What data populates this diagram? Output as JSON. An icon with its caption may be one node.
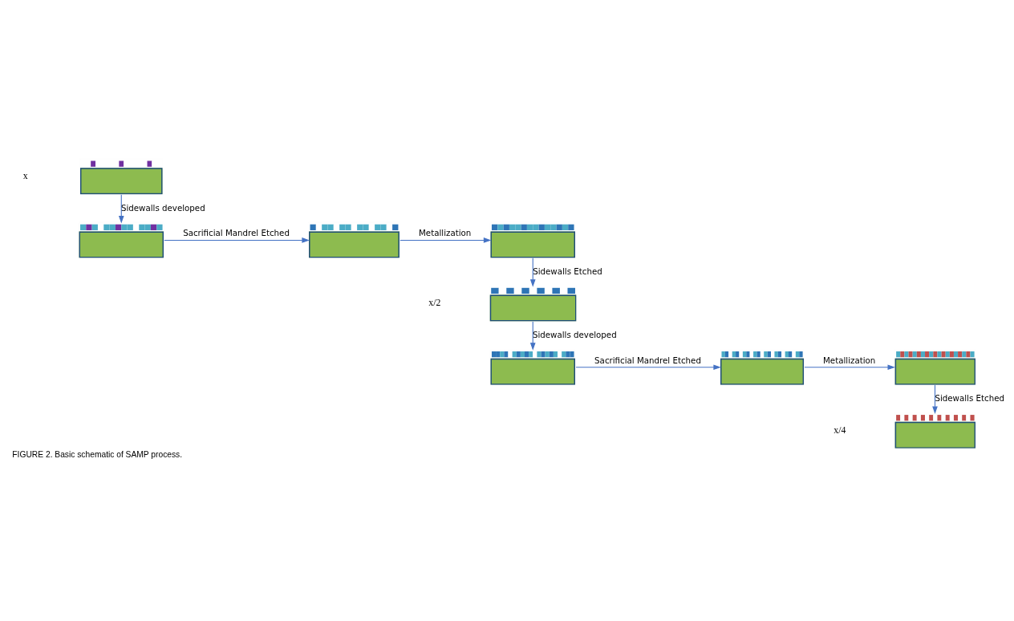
{
  "diagram": {
    "caption": "FIGURE 2. Basic schematic of SAMP process.",
    "nodes": [
      {
        "text": [],
        "shape": "picture"
      },
      {
        "text": [],
        "shape": "picture"
      },
      {
        "text": [],
        "shape": "picture"
      },
      {
        "text": [],
        "shape": "picture"
      },
      {
        "text": [],
        "shape": "picture"
      },
      {
        "text": [],
        "shape": "picture"
      },
      {
        "text": [],
        "shape": "picture"
      },
      {
        "text": [],
        "shape": "picture"
      },
      {
        "text": [],
        "shape": "picture"
      }
    ],
    "edges": [
      {
        "from": 0,
        "to": 1,
        "arrow": "to",
        "label": "Sidewalls developed"
      },
      {
        "from": 1,
        "to": 2,
        "arrow": "to",
        "label": "Sacrificial Mandrel Etched"
      },
      {
        "from": 2,
        "to": 3,
        "arrow": "to",
        "label": "Metallization"
      },
      {
        "from": 3,
        "to": 4,
        "arrow": "to",
        "label": "Sidewalls Etched"
      },
      {
        "from": 4,
        "to": 5,
        "arrow": "to",
        "label": "Sidewalls developed"
      },
      {
        "from": 5,
        "to": 6,
        "arrow": "to",
        "label": "Sacrificial Mandrel Etched"
      },
      {
        "from": 6,
        "to": 7,
        "arrow": "to",
        "label": "Metallization"
      },
      {
        "from": 7,
        "to": 8,
        "arrow": "to",
        "label": "Sidewalls Etched"
      }
    ],
    "labels": [
      "x",
      "x/2",
      "x/4"
    ]
  }
}
